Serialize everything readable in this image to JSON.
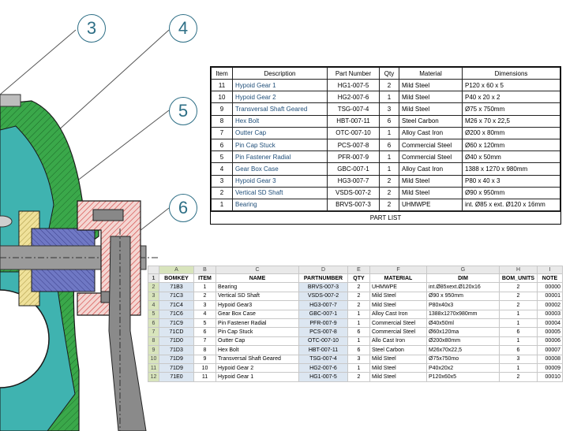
{
  "callouts": [
    "3",
    "4",
    "5",
    "6"
  ],
  "part_list": {
    "headers": [
      "Item",
      "Description",
      "Part Number",
      "Qty",
      "Material",
      "Dimensions"
    ],
    "rows": [
      [
        "11",
        "Hypoid Gear 1",
        "HG1-007-5",
        "2",
        "Mild Steel",
        "P120 x 60 x 5"
      ],
      [
        "10",
        "Hypoid Gear 2",
        "HG2-007-6",
        "1",
        "Mild Steel",
        "P40 x 20 x 2"
      ],
      [
        "9",
        "Transversal Shaft Geared",
        "TSG-007-4",
        "3",
        "Mild Steel",
        "Ø75 x 750mm"
      ],
      [
        "8",
        "Hex Bolt",
        "HBT-007-11",
        "6",
        "Steel Carbon",
        "M26 x 70 x 22,5"
      ],
      [
        "7",
        "Outter Cap",
        "OTC-007-10",
        "1",
        "Alloy Cast Iron",
        "Ø200 x 80mm"
      ],
      [
        "6",
        "Pin Cap Stuck",
        "PCS-007-8",
        "6",
        "Commercial Steel",
        "Ø60 x 120mm"
      ],
      [
        "5",
        "Pin Fastener Radial",
        "PFR-007-9",
        "1",
        "Commercial Steel",
        "Ø40 x 50mm"
      ],
      [
        "4",
        "Gear Box Case",
        "GBC-007-1",
        "1",
        "Alloy Cast Iron",
        "1388 x 1270 x 980mm"
      ],
      [
        "3",
        "Hypoid Gear 3",
        "HG3-007-7",
        "2",
        "Mild Steel",
        "P80 x 40 x 3"
      ],
      [
        "2",
        "Vertical SD Shaft",
        "VSDS-007-2",
        "2",
        "Mild Steel",
        "Ø90 x 950mm"
      ],
      [
        "1",
        "Bearing",
        "BRVS-007-3",
        "2",
        "UHMWPE",
        "int. Ø85 x ext. Ø120 x 16mm"
      ]
    ],
    "caption": "PART LIST"
  },
  "sheet": {
    "col_letters": [
      "A",
      "B",
      "C",
      "D",
      "E",
      "F",
      "G",
      "H",
      "I"
    ],
    "headers": [
      "BOMKEY",
      "ITEM",
      "NAME",
      "PARTNUMBER",
      "QTY",
      "MATERIAL",
      "DIM",
      "BOM_UNITS",
      "NOTE"
    ],
    "rows": [
      [
        "2",
        "71B3",
        "1",
        "Bearing",
        "BRVS-007-3",
        "2",
        "UHMWPE",
        "int.Ø85xext.Ø120x16",
        "2",
        "00000"
      ],
      [
        "3",
        "71C3",
        "2",
        "Vertical SD Shaft",
        "VSDS-007-2",
        "2",
        "Mild Steel",
        "Ø90 x 950mm",
        "2",
        "00001"
      ],
      [
        "4",
        "71C4",
        "3",
        "Hypoid Gear3",
        "HG3-007-7",
        "2",
        "Mild Steel",
        "P80x40x3",
        "2",
        "00002"
      ],
      [
        "5",
        "71C6",
        "4",
        "Gear Box Case",
        "GBC-007-1",
        "1",
        "Alloy Cast Iron",
        "1388x1270x980mm",
        "1",
        "00003"
      ],
      [
        "6",
        "71C9",
        "5",
        "Pin Fastener Radial",
        "PFR-007-9",
        "1",
        "Commercial Steel",
        "Ø40x50ml",
        "1",
        "00004"
      ],
      [
        "7",
        "71CD",
        "6",
        "Pin Cap Stuck",
        "PCS-007-8",
        "6",
        "Commercial Steel",
        "Ø60x120ma",
        "6",
        "00005"
      ],
      [
        "8",
        "71D0",
        "7",
        "Outter Cap",
        "OTC-007-10",
        "1",
        "Allo Cast Iron",
        "Ø200x80mm",
        "1",
        "00006"
      ],
      [
        "9",
        "71D3",
        "8",
        "Hex Bolt",
        "HBT-007-11",
        "6",
        "Steel Carbon",
        "M26x70x22,5",
        "6",
        "00007"
      ],
      [
        "10",
        "71D9",
        "9",
        "Transversal Shaft Geared",
        "TSG-007-4",
        "3",
        "Mild Steel",
        "Ø75x750mo",
        "3",
        "00008"
      ],
      [
        "11",
        "71D9",
        "10",
        "Hypoid Gear 2",
        "HG2-007-6",
        "1",
        "Mild Steel",
        "P40x20x2",
        "1",
        "00009"
      ],
      [
        "12",
        "71E0",
        "11",
        "Hypoid Gear 1",
        "HG1-007-5",
        "2",
        "Mild Steel",
        "P120x60x5",
        "2",
        "00010"
      ]
    ]
  },
  "colors": {
    "callout": "#2e6f86",
    "gear_case_green": "#3aa84a",
    "shaft_teal": "#3fb3b0",
    "cap_red_hatch": "#d23a3a",
    "bearing_blue": "#5a63b8",
    "bearing_yellow": "#e8d36a",
    "sheet_selection": "#dce6f1"
  }
}
